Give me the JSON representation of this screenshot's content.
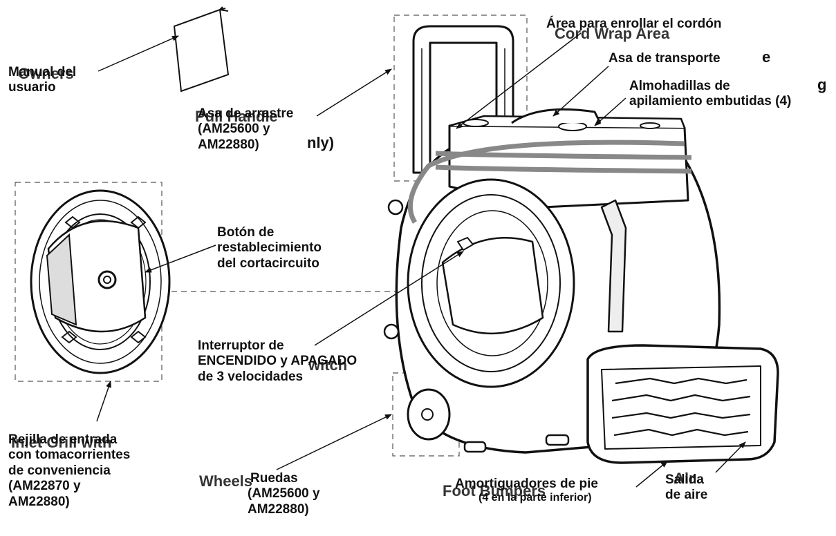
{
  "labels": {
    "owners_manual": {
      "en": "Owners",
      "es": [
        "Manual del",
        "usuario"
      ]
    },
    "pull_handle": {
      "en": "Pull Handle",
      "en_tail": "nly)",
      "es": [
        "Asa de arrastre",
        "(AM25600 y",
        "AM22880)"
      ]
    },
    "cord_wrap": {
      "en": "Cord Wrap Area",
      "es": "Área para enrollar el cordón"
    },
    "carry_handle": {
      "en": "e",
      "es": "Asa de transporte"
    },
    "stacking_pads": {
      "en": "g",
      "es": [
        "Almohadillas de",
        "apilamiento embutidas (4)"
      ]
    },
    "reset_button": {
      "es": [
        "Botón de",
        "restablecimiento",
        "del cortacircuito"
      ]
    },
    "switch": {
      "en": "witch",
      "es": [
        "Interruptor de",
        "ENCENDIDO y APAGADO",
        "de 3 velocidades"
      ]
    },
    "inlet_grill": {
      "en": "Inlet Grill with",
      "es": [
        "Rejilla de entrada",
        "con tomacorrientes",
        "de conveniencia",
        "(AM22870 y",
        "AM22880)"
      ]
    },
    "wheels": {
      "en": "Wheels",
      "es": [
        "Ruedas",
        "(AM25600 y",
        "AM22880)"
      ]
    },
    "foot_bumpers": {
      "en": "Foot Bumpers",
      "es": "Amortiguadores de pie",
      "note": "(4 en la parte inferior)"
    },
    "air_outlet": {
      "en": "Air",
      "es": [
        "Salida",
        "de aire"
      ]
    }
  }
}
